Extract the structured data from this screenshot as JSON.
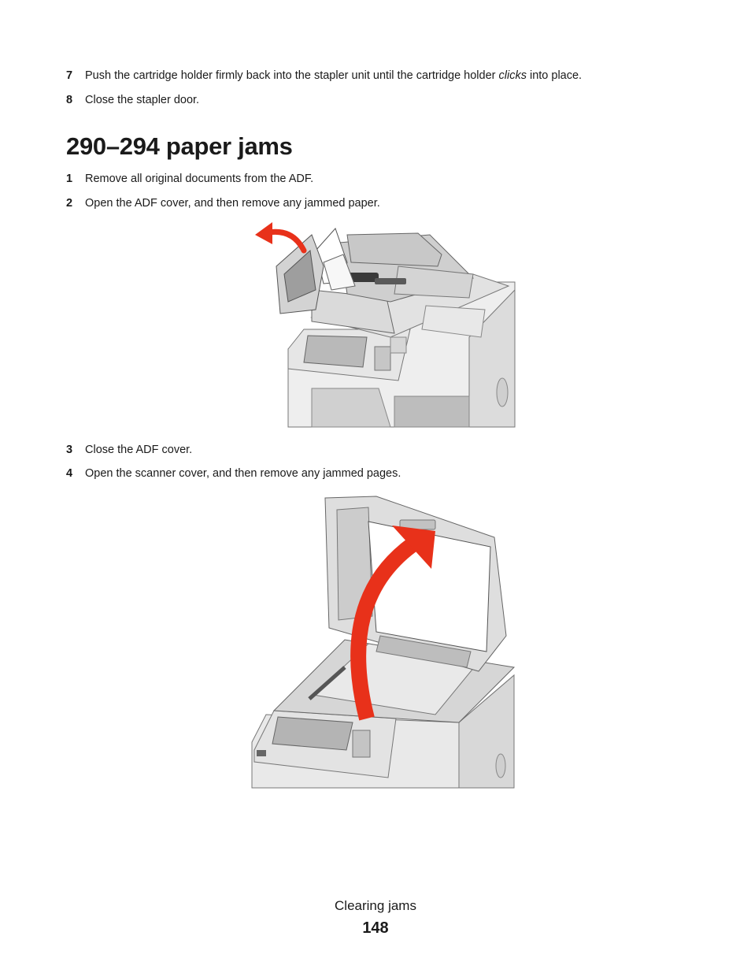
{
  "steps_top": [
    {
      "num": "7",
      "pre": "Push the cartridge holder firmly back into the stapler unit until the cartridge holder ",
      "em": "clicks",
      "post": " into place."
    },
    {
      "num": "8",
      "text": "Close the stapler door."
    }
  ],
  "section": {
    "title": "290–294 paper jams"
  },
  "steps": [
    {
      "num": "1",
      "text": "Remove all original documents from the ADF."
    },
    {
      "num": "2",
      "text": "Open the ADF cover, and then remove any jammed paper."
    },
    {
      "num": "3",
      "text": "Close the ADF cover."
    },
    {
      "num": "4",
      "text": "Open the scanner cover, and then remove any jammed pages."
    }
  ],
  "colors": {
    "arrow": "#e8311a",
    "body_gray": "#d9d9d9",
    "outline": "#555555"
  },
  "footer": {
    "section": "Clearing jams",
    "page": "148"
  }
}
